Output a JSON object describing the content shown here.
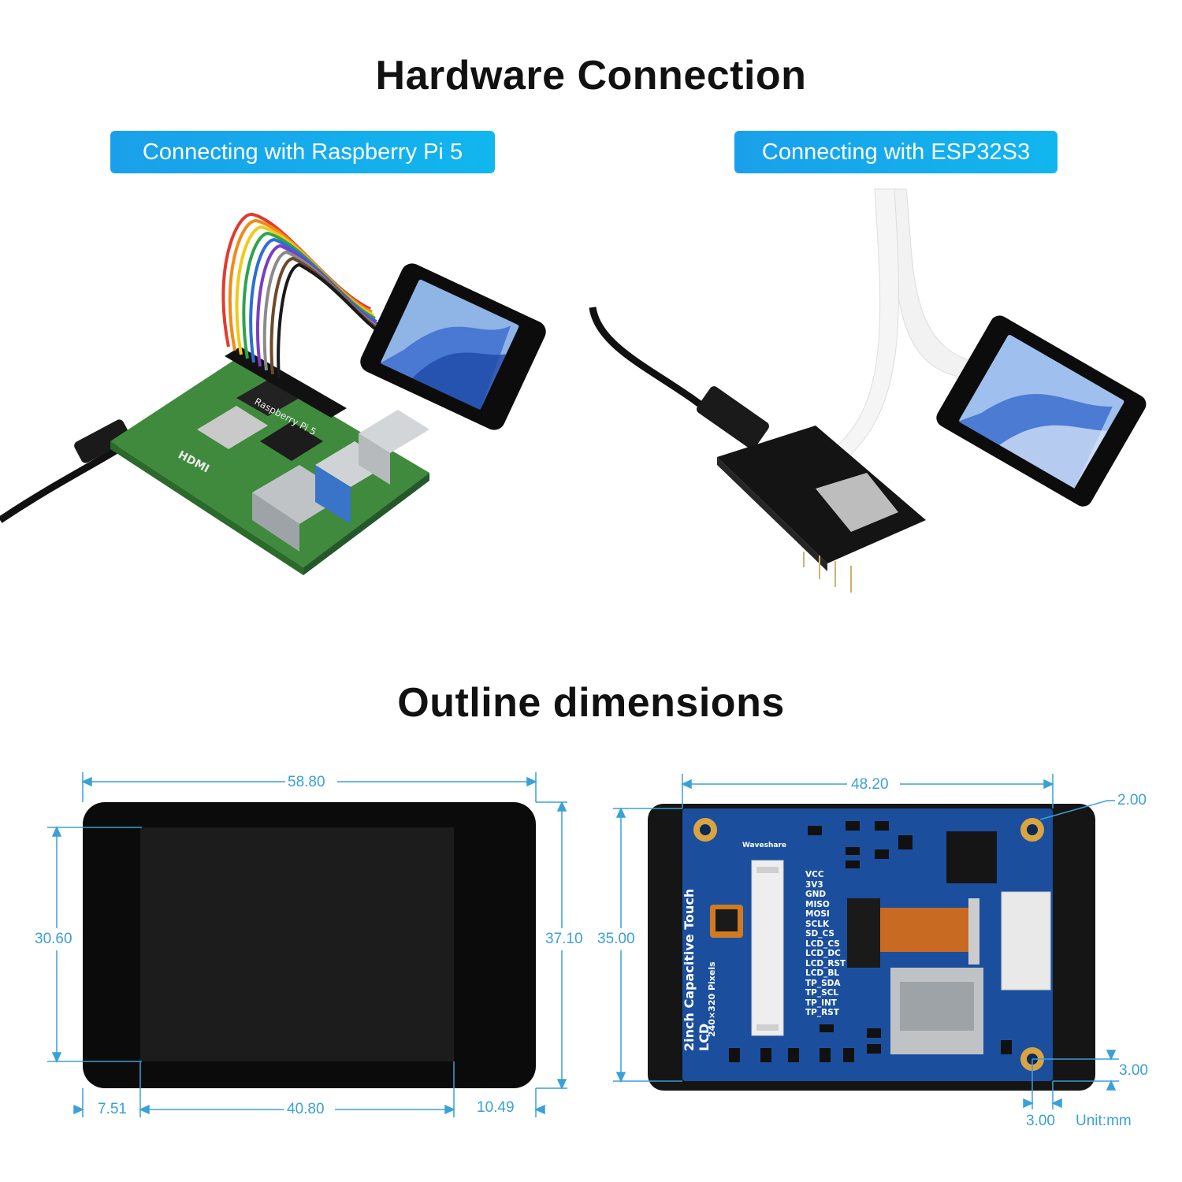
{
  "sections": {
    "hardware_title": "Hardware Connection",
    "outline_title": "Outline dimensions"
  },
  "labels": {
    "rpi": "Connecting with Raspberry Pi 5",
    "esp": "Connecting with ESP32S3"
  },
  "front_dims": {
    "width": "58.80",
    "screen_height": "30.60",
    "height": "37.10",
    "left_margin": "7.51",
    "screen_width": "40.80",
    "right_margin": "10.49"
  },
  "back_dims": {
    "board_width": "48.20",
    "hole_offset_top": "2.00",
    "board_height": "35.00",
    "hole_offset_bottom": "3.00",
    "hole_offset_side": "3.00",
    "unit": "Unit:mm"
  },
  "board": {
    "brand": "Waveshare",
    "product": "2inch Capacitive Touch LCD",
    "pixels": "240×320 Pixels",
    "pins": [
      "VCC",
      "3V3",
      "GND",
      "MISO",
      "MOSI",
      "SCLK",
      "SD_CS",
      "LCD_CS",
      "LCD_DC",
      "LCD_RST",
      "LCD_BL",
      "TP_SDA",
      "TP_SCL",
      "TP_INT",
      "TP_RST"
    ],
    "rpi_board_text": "Raspberry Pi 5",
    "hdmi_text": "HDMI"
  },
  "colors": {
    "accent": "#1aa0ea",
    "dimension": "#3aa0d8",
    "pcb_blue": "#1b4f9e",
    "pcb_green": "#3f8a3c"
  }
}
